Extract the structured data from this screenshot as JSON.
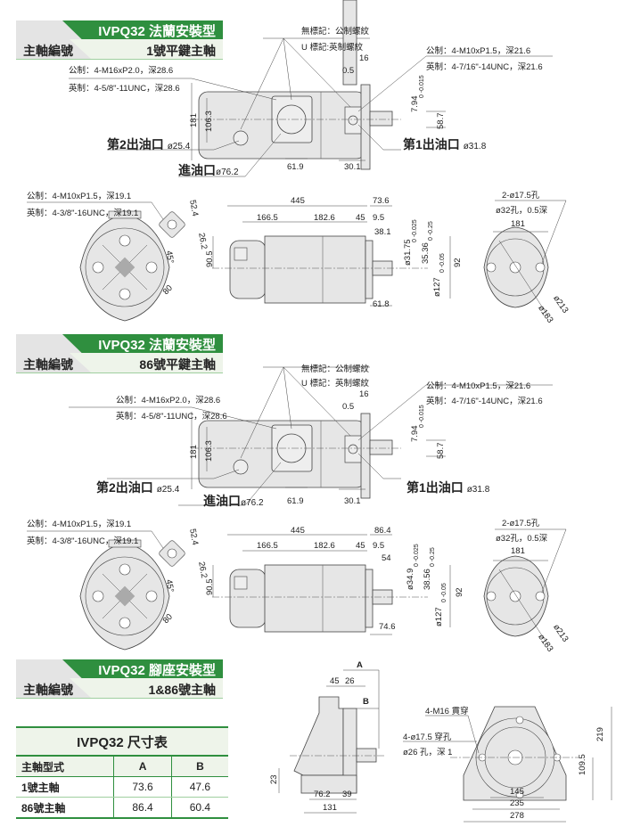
{
  "sections": [
    {
      "title": "IVPQ32 法蘭安裝型",
      "shaft_label": "主軸編號",
      "shaft_value": "1號平鍵主軸",
      "top": {
        "note_metric_mark": "無標記：公制螺紋",
        "note_u_mark": "U 標記:英制螺紋",
        "inlet_thread_metric": "公制：4-M16xP2.0，深28.6",
        "inlet_thread_imperial": "英制：4-5/8\"-11UNC，深28.6",
        "outlet1_thread_metric": "公制：4-M10xP1.5，深21.6",
        "outlet1_thread_imperial": "英制：4-7/16\"-14UNC，深21.6",
        "dim_16": "16",
        "dim_0_5": "0.5",
        "key_width": "7.94",
        "key_tol": "0 -0.015",
        "dim_58_7": "58.7",
        "dim_181": "181",
        "dim_106_3": "106.3",
        "outlet2": "第2出油口",
        "outlet2_size": "ø25.4",
        "inlet": "進油口",
        "inlet_size": "ø76.2",
        "outlet1": "第1出油口",
        "outlet1_size": "ø31.8",
        "dim_61_9": "61.9",
        "dim_30_1": "30.1"
      },
      "bottom": {
        "thread_metric": "公制：4-M10xP1.5，深19.1",
        "thread_imperial": "英制：4-3/8\"-16UNC，深19.1",
        "dim_52_4": "52.4",
        "dim_26_2": "26.2",
        "angle": "45°",
        "dim_80": "80",
        "dim_445": "445",
        "dim_shaft_len": "73.6",
        "dim_166_5": "166.5",
        "dim_182_6": "182.6",
        "dim_45": "45",
        "dim_9_5": "9.5",
        "dim_key_len": "38.1",
        "shaft_dia": "ø31.75",
        "shaft_tol": "0 -0.025",
        "key_height": "35.36",
        "key_tol": "0 -0.25",
        "pilot_dia": "ø127",
        "pilot_tol": "0 -0.05",
        "dim_92": "92",
        "dim_90_5": "90.5",
        "dim_flange": "61.8",
        "holes": "2-ø17.5孔",
        "counterbore": "ø32孔，0.5深",
        "dim_181": "181",
        "dim_213": "ø213",
        "dim_183": "ø183"
      }
    },
    {
      "title": "IVPQ32 法蘭安裝型",
      "shaft_label": "主軸編號",
      "shaft_value": "86號平鍵主軸",
      "top": {
        "note_metric_mark": "無標記：公制螺紋",
        "note_u_mark": "U 標記：英制螺紋",
        "inlet_thread_metric": "公制：4-M16xP2.0，深28.6",
        "inlet_thread_imperial": "英制：4-5/8\"-11UNC，深28.6",
        "outlet1_thread_metric": "公制：4-M10xP1.5，深21.6",
        "outlet1_thread_imperial": "英制：4-7/16\"-14UNC，深21.6",
        "dim_16": "16",
        "dim_0_5": "0.5",
        "key_width": "7.94",
        "key_tol": "0 -0.015",
        "dim_58_7": "58.7",
        "dim_181": "181",
        "dim_106_3": "106.3",
        "outlet2": "第2出油口",
        "outlet2_size": "ø25.4",
        "inlet": "進油口",
        "inlet_size": "ø76.2",
        "outlet1": "第1出油口",
        "outlet1_size": "ø31.8",
        "dim_61_9": "61.9",
        "dim_30_1": "30.1"
      },
      "bottom": {
        "thread_metric": "公制：4-M10xP1.5，深19.1",
        "thread_imperial": "英制：4-3/8\"-16UNC，深19.1",
        "dim_52_4": "52.4",
        "dim_26_2": "26.2",
        "angle": "45°",
        "dim_80": "80",
        "dim_445": "445",
        "dim_shaft_len": "86.4",
        "dim_166_5": "166.5",
        "dim_182_6": "182.6",
        "dim_45": "45",
        "dim_9_5": "9.5",
        "dim_key_len": "54",
        "shaft_dia": "ø34.9",
        "shaft_tol": "0 -0.025",
        "key_height": "38.56",
        "key_tol": "0 -0.25",
        "pilot_dia": "ø127",
        "pilot_tol": "0 -0.05",
        "dim_92": "92",
        "dim_90_5": "90.5",
        "dim_flange": "74.6",
        "holes": "2-ø17.5孔",
        "counterbore": "ø32孔，0.5深",
        "dim_181": "181",
        "dim_213": "ø213",
        "dim_183": "ø183"
      }
    },
    {
      "title": "IVPQ32 腳座安裝型",
      "shaft_label": "主軸編號",
      "shaft_value": "1&86號主軸",
      "side": {
        "A": "A",
        "B": "B",
        "dim_45": "45",
        "dim_26": "26",
        "dim_23": "23",
        "dim_76_2": "76.2",
        "dim_39": "39",
        "dim_131": "131"
      },
      "front": {
        "tap": "4-M16 貫穿",
        "holes": "4-ø17.5 穿孔",
        "counterbore": "ø26 孔，深 1",
        "dim_219": "219",
        "dim_109_5": "109.5",
        "dim_145": "145",
        "dim_235": "235",
        "dim_278": "278"
      }
    }
  ],
  "dimension_table": {
    "title": "IVPQ32 尺寸表",
    "headers": [
      "主軸型式",
      "A",
      "B"
    ],
    "rows": [
      [
        "1號主軸",
        "73.6",
        "47.6"
      ],
      [
        "86號主軸",
        "86.4",
        "60.4"
      ]
    ]
  },
  "colors": {
    "brand_green": "#2f8f3f",
    "light_green": "#eef4ea",
    "body_gray": "#e6e6e6"
  }
}
